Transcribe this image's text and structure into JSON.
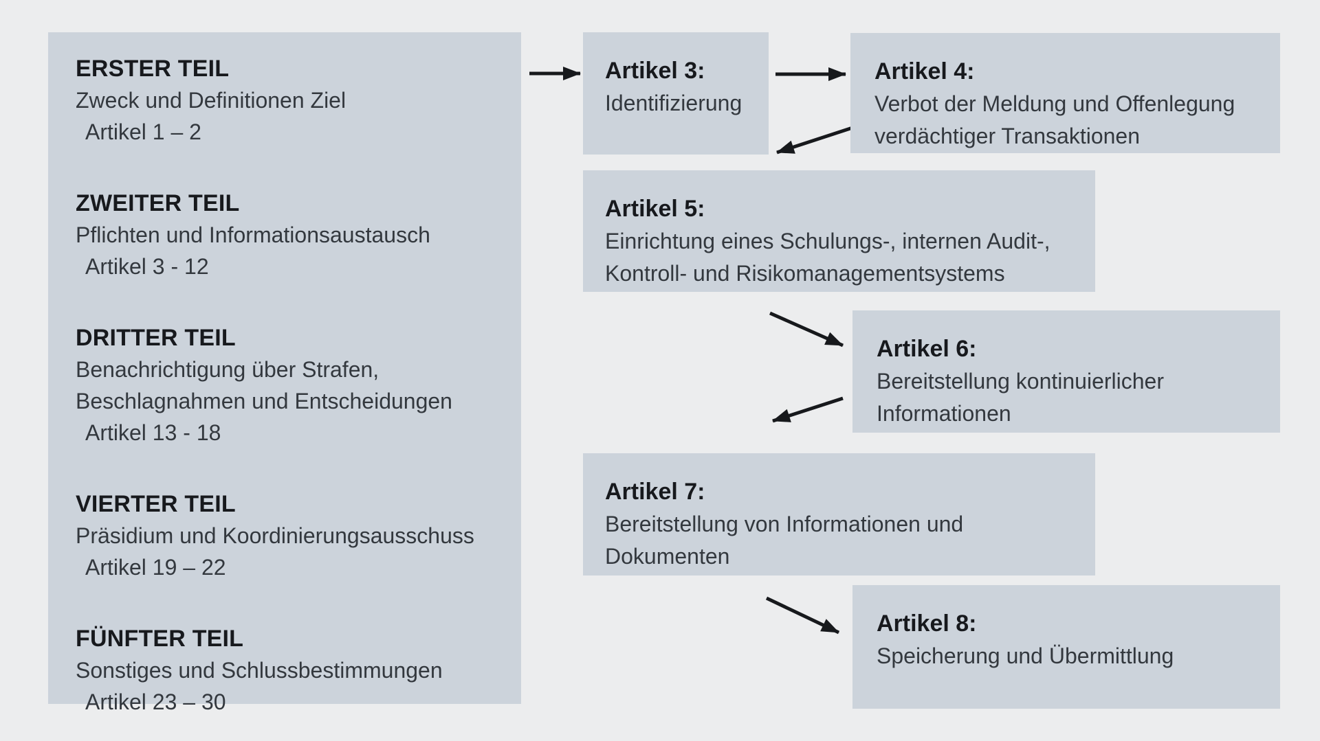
{
  "colors": {
    "background": "#ecedee",
    "box": "#ccd3db",
    "title_text": "#17191d",
    "body_text": "#33383e",
    "arrow": "#17191c"
  },
  "left_panel": {
    "sections": [
      {
        "title": "ERSTER TEIL",
        "lines": [
          "Zweck und Definitionen Ziel"
        ],
        "range": "Artikel 1 – 2"
      },
      {
        "title": "ZWEITER TEIL",
        "lines": [
          "Pflichten und Informationsaustausch"
        ],
        "range": "Artikel 3 - 12"
      },
      {
        "title": "DRITTER TEIL",
        "lines": [
          "Benachrichtigung über Strafen,",
          "Beschlagnahmen und Entscheidungen"
        ],
        "range": "Artikel 13 - 18"
      },
      {
        "title": "VIERTER TEIL",
        "lines": [
          "Präsidium und Koordinierungsausschuss"
        ],
        "range": "Artikel 19 – 22"
      },
      {
        "title": "FÜNFTER TEIL",
        "lines": [
          "Sonstiges und Schlussbestimmungen"
        ],
        "range": "Artikel 23 – 30"
      }
    ]
  },
  "articles": [
    {
      "title": "Artikel 3:",
      "lines": [
        "Identifizierung"
      ]
    },
    {
      "title": "Artikel 4:",
      "lines": [
        "Verbot der Meldung und Offenlegung",
        "verdächtiger Transaktionen"
      ]
    },
    {
      "title": "Artikel 5:",
      "lines": [
        "Einrichtung eines Schulungs-, internen Audit-,",
        "Kontroll- und Risikomanagementsystems"
      ]
    },
    {
      "title": "Artikel 6:",
      "lines": [
        "Bereitstellung kontinuierlicher",
        "Informationen"
      ]
    },
    {
      "title": "Artikel 7:",
      "lines": [
        "Bereitstellung von Informationen und",
        "Dokumenten"
      ]
    },
    {
      "title": "Artikel 8:",
      "lines": [
        "Speicherung und Übermittlung"
      ]
    }
  ]
}
